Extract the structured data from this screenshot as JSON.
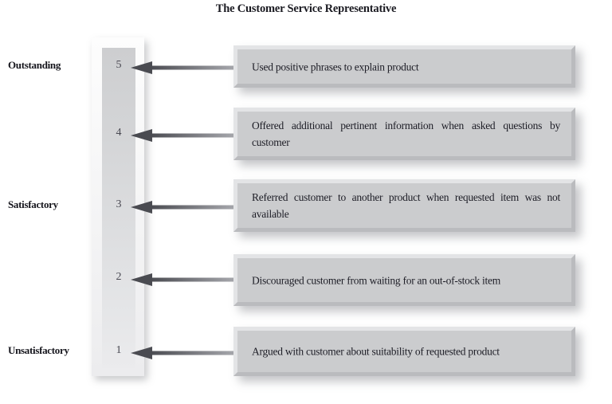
{
  "title": "The Customer Service Representative",
  "colors": {
    "background": "#ffffff",
    "box_fill": "#cbccce",
    "box_highlight": "#e3e4e6",
    "box_shade": "#babbbe",
    "scale_top": "#cdced0",
    "scale_bottom": "#ebebed",
    "text": "#1d1d26",
    "number": "#4a4a53",
    "arrow": "#4f5055"
  },
  "anchors": [
    {
      "level": "5",
      "label": "Outstanding"
    },
    {
      "level": "3",
      "label": "Satisfactory"
    },
    {
      "level": "1",
      "label": "Unsatisfactory"
    }
  ],
  "scale": {
    "levels": [
      "5",
      "4",
      "3",
      "2",
      "1"
    ],
    "top_label": "Outstanding",
    "middle_label": "Satisfactory",
    "bottom_label": "Unsatisfactory"
  },
  "rows": [
    {
      "level": "5",
      "anchor_label": "Outstanding",
      "statement": "Used positive phrases to explain product",
      "arrow": "left-arrow"
    },
    {
      "level": "4",
      "anchor_label": "",
      "statement": "Offered additional pertinent information when asked questions by customer",
      "arrow": "left-arrow"
    },
    {
      "level": "3",
      "anchor_label": "Satisfactory",
      "statement": "Referred customer to another product when requested item was not available",
      "arrow": "left-arrow"
    },
    {
      "level": "2",
      "anchor_label": "",
      "statement": "Discouraged customer from waiting for an out-of-stock item",
      "arrow": "left-arrow"
    },
    {
      "level": "1",
      "anchor_label": "Unsatisfactory",
      "statement": "Argued with customer about suitability of requested product",
      "arrow": "left-arrow"
    }
  ]
}
